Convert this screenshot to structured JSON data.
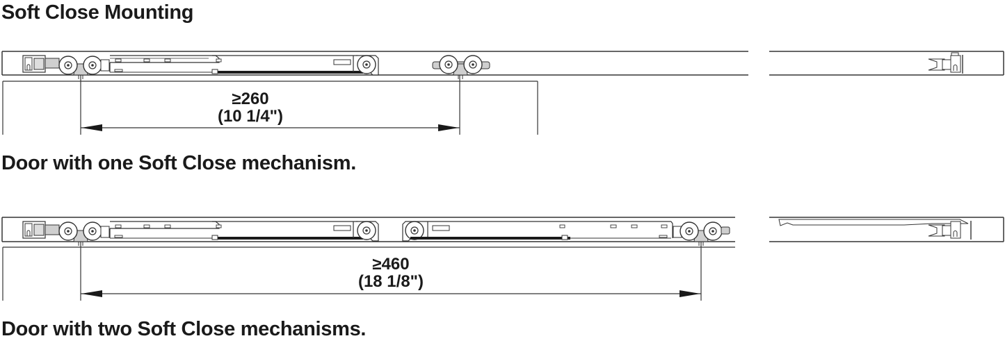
{
  "title": "Soft Close Mounting",
  "diagrams": [
    {
      "caption": "Door with one Soft Close mechanism.",
      "dimension": {
        "metric": "≥260",
        "imperial": "(10 1/4\")"
      }
    },
    {
      "caption": "Door with two Soft Close mechanisms.",
      "dimension": {
        "metric": "≥460",
        "imperial": "(18 1/8\")"
      }
    }
  ],
  "colors": {
    "line": "#333333",
    "fill_gray": "#cfcfcf",
    "text": "#1a1a1a"
  }
}
